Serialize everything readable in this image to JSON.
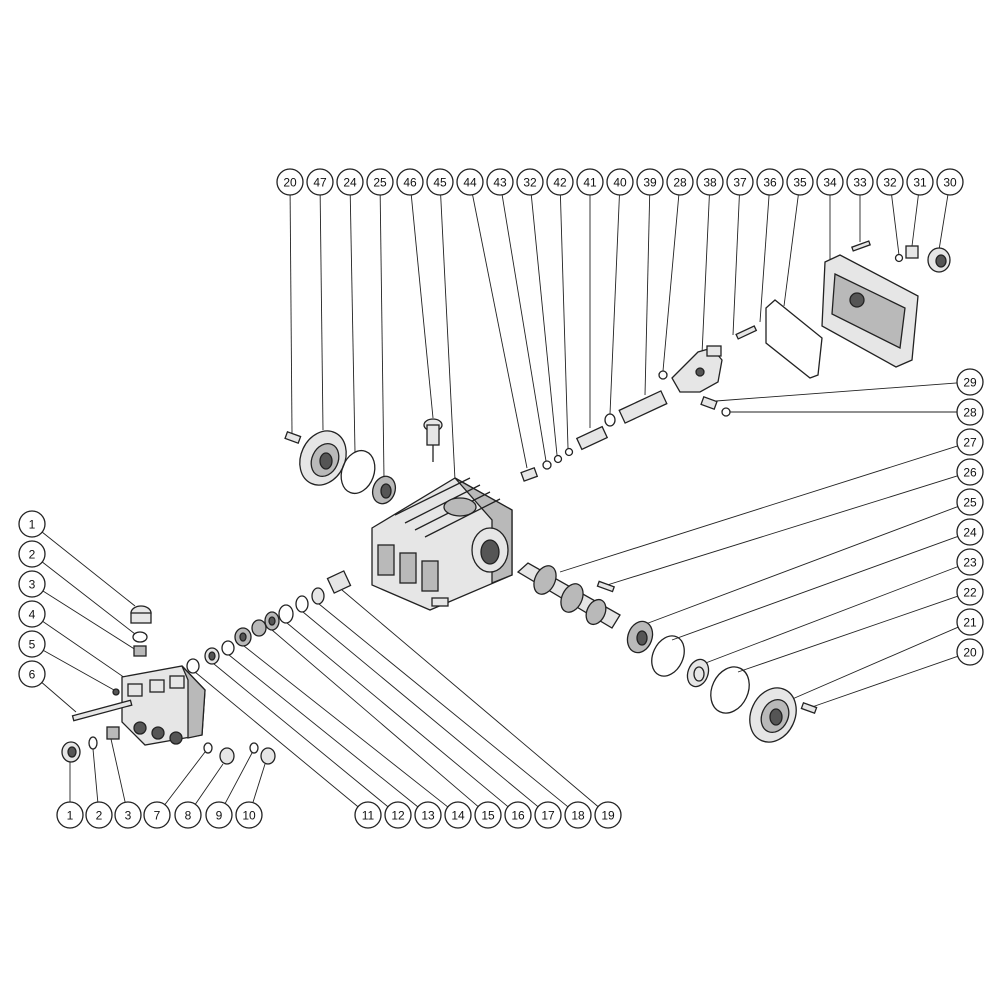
{
  "diagram": {
    "accent_color": "#222222",
    "balloons": {
      "top_row": [
        "20",
        "47",
        "24",
        "25",
        "46",
        "45",
        "44",
        "43",
        "32",
        "42",
        "41",
        "40",
        "39",
        "28",
        "38",
        "37",
        "36",
        "35",
        "34",
        "33",
        "32",
        "31",
        "30"
      ],
      "right_column": [
        "29",
        "28",
        "27",
        "26",
        "25",
        "24",
        "23",
        "22",
        "21",
        "20"
      ],
      "left_column": [
        "1",
        "2",
        "3",
        "4",
        "5",
        "6"
      ],
      "bottom_left": [
        "1",
        "2",
        "3",
        "7",
        "8",
        "9",
        "10"
      ],
      "bottom_mid": [
        "11",
        "12",
        "13",
        "14",
        "15",
        "16",
        "17",
        "18",
        "19"
      ]
    }
  }
}
